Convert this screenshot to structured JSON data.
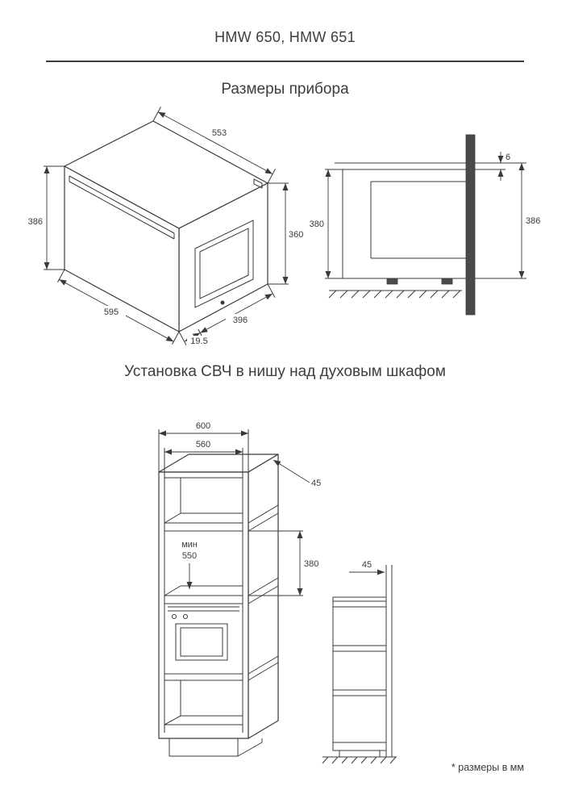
{
  "page": {
    "title": "HMW 650, HMW 651",
    "footnote": "* размеры в мм"
  },
  "device_dimensions": {
    "heading": "Размеры прибора",
    "isometric": {
      "width_top": "553",
      "height_left": "386",
      "height_right": "360",
      "front_width": "595",
      "door_offset": "19.5",
      "depth": "396"
    },
    "niche_side": {
      "top_gap": "6",
      "appliance_height": "380",
      "niche_height": "386"
    }
  },
  "installation": {
    "heading": "Установка СВЧ в нишу над духовым шкафом",
    "cabinet_front": {
      "overall_width": "600",
      "inner_width": "560",
      "panel_thickness": "45",
      "min_depth_label": "мин",
      "min_depth_value": "550",
      "niche_height": "380"
    },
    "cabinet_side": {
      "wall_offset": "45"
    }
  }
}
